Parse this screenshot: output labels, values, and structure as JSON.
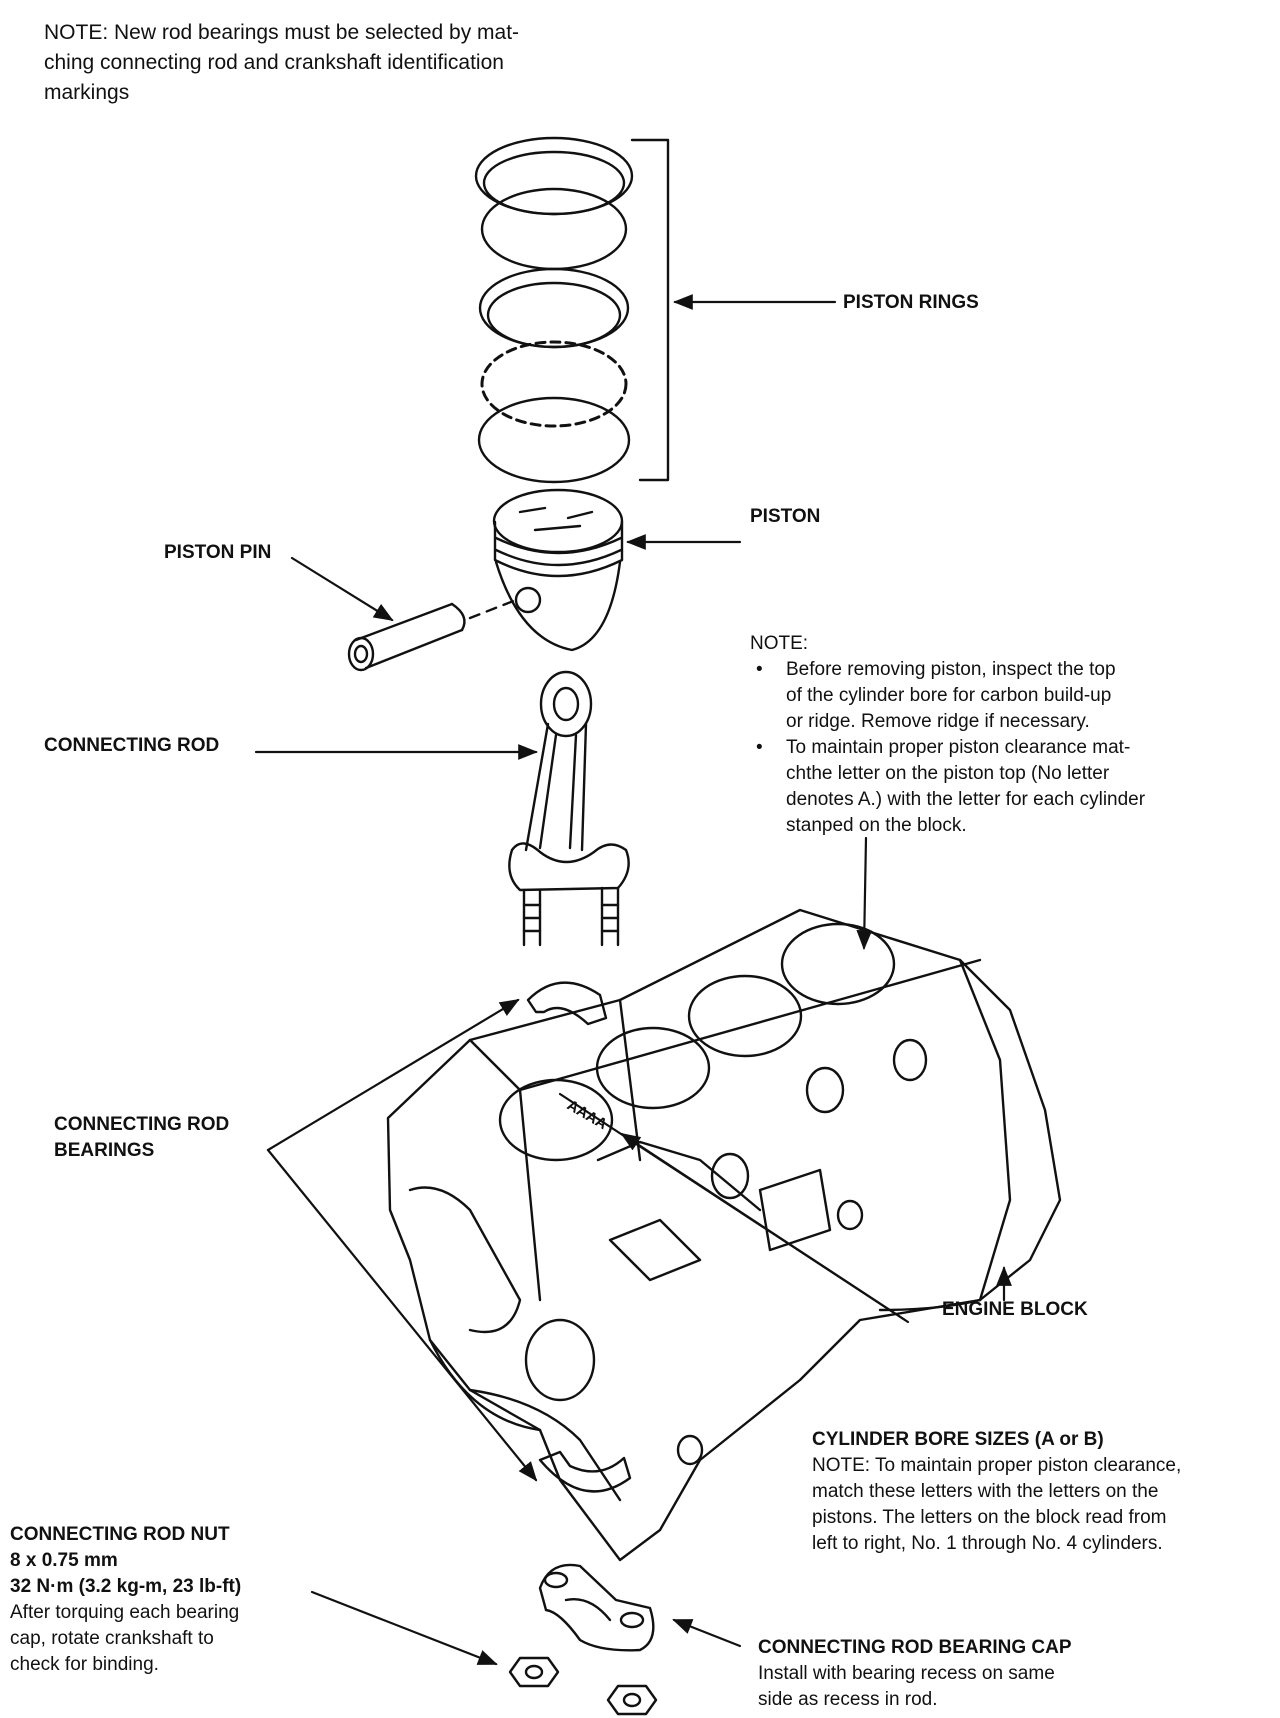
{
  "top_note": {
    "lines": [
      "NOTE:  New rod bearings must be selected by mat-",
      "ching connecting rod and crankshaft identification",
      "markings"
    ]
  },
  "labels": {
    "piston_rings": "PISTON RINGS",
    "piston": "PISTON",
    "piston_pin": "PISTON PIN",
    "connecting_rod": "CONNECTING ROD",
    "connecting_rod_bearings": [
      "CONNECTING ROD",
      "BEARINGS"
    ],
    "engine_block": "ENGINE BLOCK",
    "bore_marks": "AAAA"
  },
  "piston_note": {
    "heading": "NOTE:",
    "bullets": [
      [
        "Before removing piston, inspect the top",
        "of the cylinder bore for carbon build-up",
        "or ridge. Remove ridge if necessary."
      ],
      [
        "To maintain proper piston clearance mat-",
        "chthe letter on the piston top (No letter",
        "denotes A.) with the letter for each cylinder",
        "stanped on the block."
      ]
    ]
  },
  "bore_sizes": {
    "title": "CYLINDER BORE SIZES (A or B)",
    "lines": [
      "NOTE: To maintain proper piston clearance,",
      "match these letters with the letters on the",
      "pistons. The letters on the block read from",
      "left to right, No. 1 through No. 4 cylinders."
    ]
  },
  "rod_nut": {
    "bold_lines": [
      "CONNECTING ROD NUT",
      "8 x 0.75 mm",
      "32 N·m (3.2 kg-m, 23 lb-ft)"
    ],
    "lines": [
      "After torquing each bearing",
      "cap, rotate crankshaft to",
      "check for binding."
    ]
  },
  "bearing_cap": {
    "title": "CONNECTING ROD BEARING CAP",
    "lines": [
      "Install with bearing recess on same",
      "side as recess in rod."
    ]
  }
}
